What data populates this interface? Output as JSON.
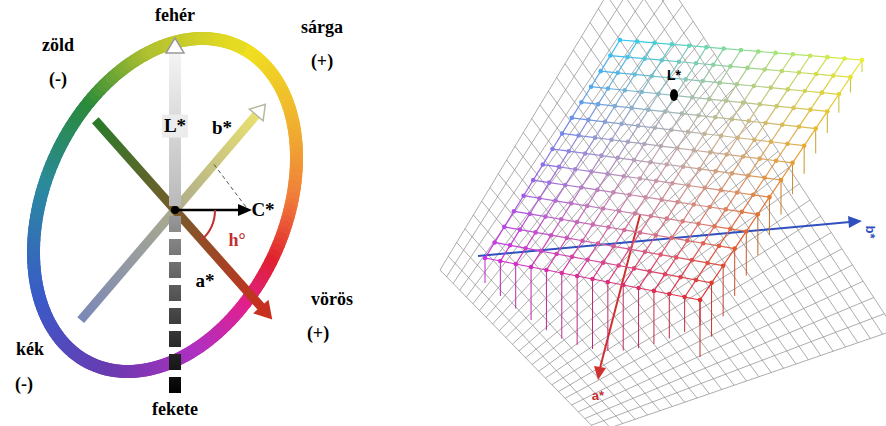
{
  "diagram": {
    "labels": [
      "fehér",
      "zöld",
      "(-)",
      "sárga",
      "(+)",
      "L*",
      "b*",
      "C*",
      "h°",
      "a*",
      "vörös",
      "(+)",
      "kék",
      "(-)",
      "fekete",
      "L*",
      "b*",
      "a*"
    ]
  }
}
